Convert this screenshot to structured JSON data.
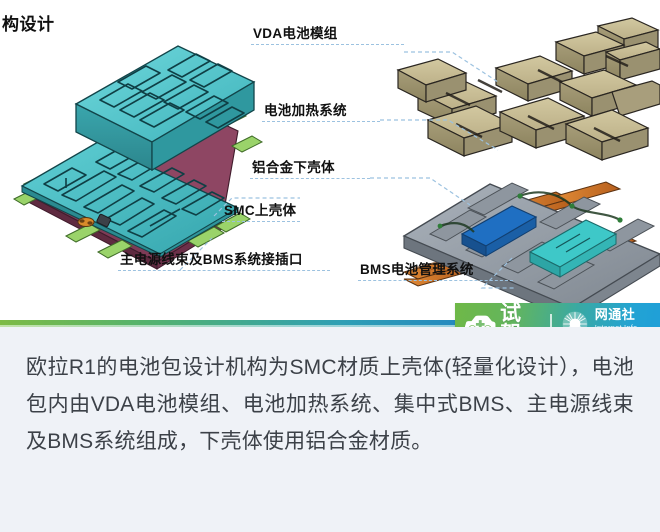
{
  "page": {
    "title_partial": "构设计",
    "background": "#ffffff",
    "caption_background": "#eff2f7",
    "accent_green": "#6fb847",
    "accent_blue": "#1f9fd8",
    "label_color": "#101010",
    "leader_color": "#9cc2e0"
  },
  "diagram": {
    "name": "ora-r1-battery-pack-exploded-view",
    "labels": [
      {
        "id": "vda-module",
        "text": "VDA电池模组"
      },
      {
        "id": "battery-heating",
        "text": "电池加热系统"
      },
      {
        "id": "aluminum-case",
        "text": "铝合金下壳体"
      },
      {
        "id": "smc-upper-case",
        "text": "SMC上壳体"
      },
      {
        "id": "main-harness",
        "text": "主电源线束及BMS系统接插口"
      },
      {
        "id": "bms-system",
        "text": "BMS电池管理系统"
      }
    ],
    "parts": {
      "upper_shell_color": "#4fc3ca",
      "bracket_color": "#9ad36a",
      "base_flange_color": "#7d3b56",
      "module_color": "#c6bb92",
      "heater_color": "#d2762b",
      "tray_color": "#9aa3ad"
    }
  },
  "watermark": {
    "car_icon": "car-icon",
    "drive_label": "试驾",
    "globe_icon": "globe-icon",
    "org_cn": "网通社",
    "org_en": "Internet Info Agency"
  },
  "caption": {
    "body": "欧拉R1的电池包设计机构为SMC材质上壳体(轻量化设计），电池包内由VDA电池模组、电池加热系统、集中式BMS、主电源线束及BMS系统组成，下壳体使用铝合金材质。"
  }
}
